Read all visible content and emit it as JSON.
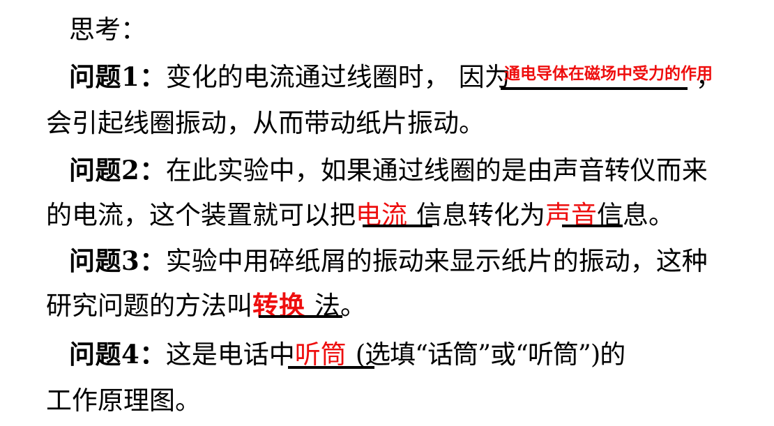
{
  "document": {
    "heading": "思考：",
    "text_color": "#000000",
    "answer_color": "#EE0E0E",
    "background": "#FFFFFF"
  },
  "questions": [
    {
      "label": "问题1：",
      "line1_before": "变化的电流通过线圈时，",
      "line1_mid": "因为",
      "answer": "通电导体在磁场中受力的作用",
      "line1_after": "，",
      "line2": "会引起线圈振动，从而带动纸片振动。"
    },
    {
      "label": "问题2：",
      "line1": "在此实验中，如果通过线圈的是由声音转仪而来",
      "line2_before": "的电流，这个装置就可以把",
      "answer1": "电流",
      "line2_mid": "信息转化为",
      "answer2": "声音",
      "line2_after": "信息。"
    },
    {
      "label": "问题3：",
      "line1": "实验中用碎纸屑的振动来显示纸片的振动，这种",
      "line2_before": "研究问题的方法叫",
      "answer": "转换",
      "line2_after": "法。"
    },
    {
      "label": "问题4：",
      "line1_before": "这是电话中",
      "answer": "听筒",
      "line1_after": "(选填“话筒”或“听筒”)的",
      "line2": "工作原理图。"
    }
  ]
}
